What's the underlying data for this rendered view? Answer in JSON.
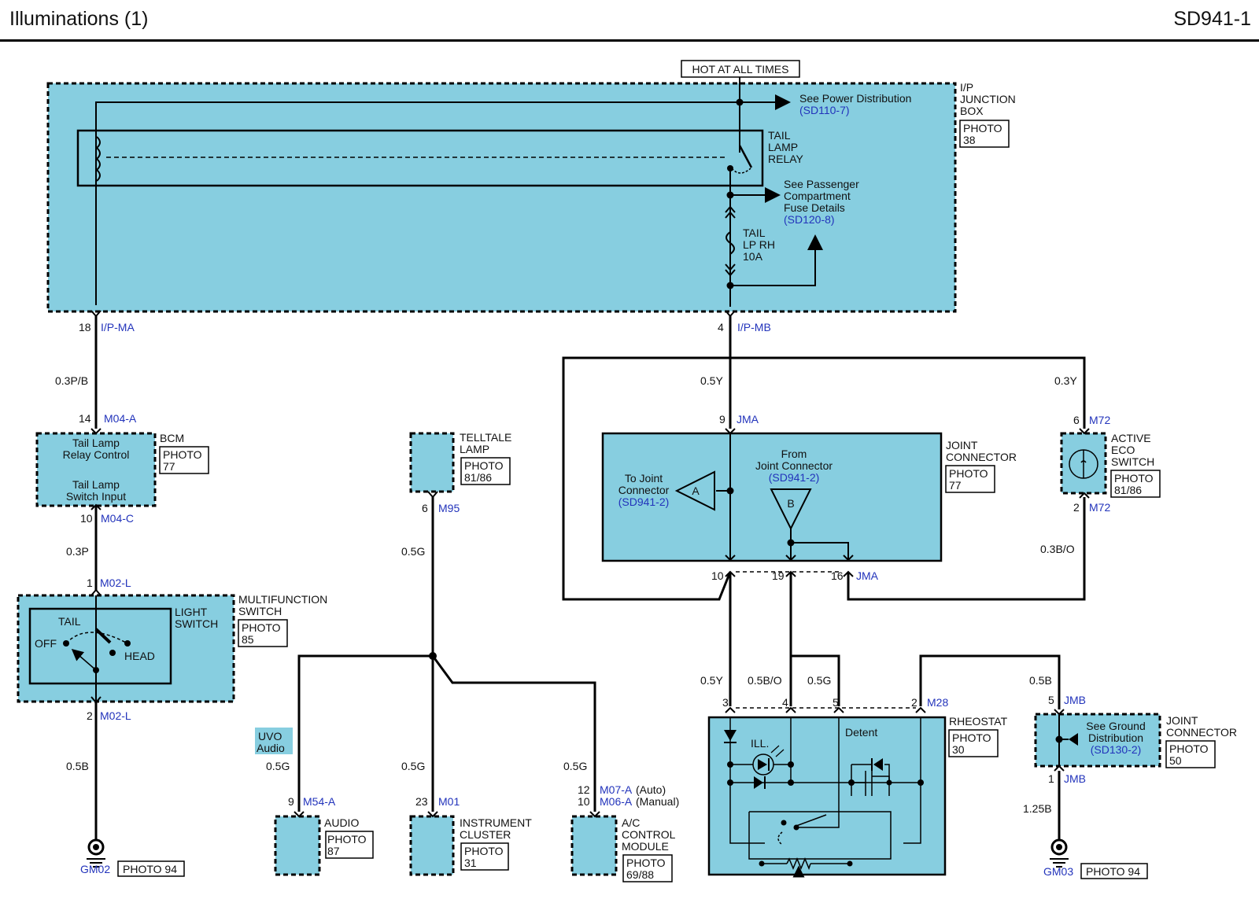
{
  "header": {
    "title": "Illuminations (1)",
    "page_id": "SD941-1"
  },
  "power": {
    "label": "HOT AT ALL TIMES"
  },
  "junction_box": {
    "name_lines": [
      "I/P",
      "JUNCTION",
      "BOX"
    ],
    "photo_lines": [
      "PHOTO",
      "38"
    ],
    "power_ref_label": "See Power Distribution",
    "power_ref_link": "(SD110-7)",
    "relay_lines": [
      "TAIL",
      "LAMP",
      "RELAY"
    ],
    "fuse_ref_lines": [
      "See Passenger",
      "Compartment",
      "Fuse Details"
    ],
    "fuse_ref_link": "(SD120-8)",
    "fuse_lines": [
      "TAIL",
      "LP RH",
      "10A"
    ]
  },
  "connectors": {
    "ipma_pin": "18",
    "ipma": "I/P-MA",
    "ipmb_pin": "4",
    "ipmb": "I/P-MB",
    "m04a_pin": "14",
    "m04a": "M04-A",
    "m04c_pin": "10",
    "m04c": "M04-C",
    "m02l_top_pin": "1",
    "m02l_top": "M02-L",
    "m02l_bot_pin": "2",
    "m02l_bot": "M02-L",
    "m95_pin": "6",
    "m95": "M95",
    "jma_top_pin": "9",
    "jma_top": "JMA",
    "jma_b1": "10",
    "jma_b2": "19",
    "jma_b3": "16",
    "jma_bot": "JMA",
    "m72_top_pin": "6",
    "m72_top": "M72",
    "m72_bot_pin": "2",
    "m72_bot": "M72",
    "m28_p1": "3",
    "m28_p2": "4",
    "m28_p3": "5",
    "m28_p4": "2",
    "m28": "M28",
    "jmb_top_pin": "5",
    "jmb_top": "JMB",
    "jmb_bot_pin": "1",
    "jmb_bot": "JMB",
    "m54a_pin": "9",
    "m54a": "M54-A",
    "m01_pin": "23",
    "m01": "M01",
    "m07a_pin": "12",
    "m07a": "M07-A",
    "m07a_note": "(Auto)",
    "m06a_pin": "10",
    "m06a": "M06-A",
    "m06a_note": "(Manual)"
  },
  "wires": {
    "w_ipma": "0.3P/B",
    "w_bcm_out": "0.3P",
    "w_ground_left": "0.5B",
    "w_telltale": "0.5G",
    "w_jma_in": "0.5Y",
    "w_eco_top": "0.3Y",
    "w_eco_bot": "0.3B/O",
    "w_rh1": "0.5Y",
    "w_rh2": "0.5B/O",
    "w_rh3": "0.5G",
    "w_jmb_top": "0.5B",
    "w_jmb_bot": "1.25B",
    "w_audio": "0.5G",
    "w_cluster": "0.5G",
    "w_ac": "0.5G"
  },
  "bcm": {
    "name": "BCM",
    "photo_lines": [
      "PHOTO",
      "77"
    ],
    "text_lines": [
      "Tail Lamp",
      "Relay Control",
      "Tail Lamp",
      "Switch Input"
    ]
  },
  "multifunction_switch": {
    "name_lines": [
      "MULTIFUNCTION",
      "SWITCH"
    ],
    "photo_lines": [
      "PHOTO",
      "85"
    ],
    "light_switch_lines": [
      "LIGHT",
      "SWITCH"
    ],
    "pos_tail": "TAIL",
    "pos_off": "OFF",
    "pos_head": "HEAD"
  },
  "telltale": {
    "name_lines": [
      "TELLTALE",
      "LAMP"
    ],
    "photo_lines": [
      "PHOTO",
      "81/86"
    ]
  },
  "joint_connector_jma": {
    "name_lines": [
      "JOINT",
      "CONNECTOR"
    ],
    "photo_lines": [
      "PHOTO",
      "77"
    ],
    "to_lines": [
      "To Joint",
      "Connector"
    ],
    "to_link": "(SD941-2)",
    "to_letter": "A",
    "from_lines": [
      "From",
      "Joint Connector"
    ],
    "from_link": "(SD941-2)",
    "from_letter": "B"
  },
  "eco_switch": {
    "name_lines": [
      "ACTIVE",
      "ECO",
      "SWITCH"
    ],
    "photo_lines": [
      "PHOTO",
      "81/86"
    ]
  },
  "rheostat": {
    "name": "RHEOSTAT",
    "photo_lines": [
      "PHOTO",
      "30"
    ],
    "ill_label": "ILL.",
    "detent_label": "Detent"
  },
  "joint_connector_jmb": {
    "name_lines": [
      "JOINT",
      "CONNECTOR"
    ],
    "photo_lines": [
      "PHOTO",
      "50"
    ],
    "ref_lines": [
      "See Ground",
      "Distribution"
    ],
    "ref_link": "(SD130-2)"
  },
  "uvo": {
    "lines": [
      "UVO",
      "Audio"
    ]
  },
  "audio": {
    "name": "AUDIO",
    "photo_lines": [
      "PHOTO",
      "87"
    ]
  },
  "cluster": {
    "name_lines": [
      "INSTRUMENT",
      "CLUSTER"
    ],
    "photo_lines": [
      "PHOTO",
      "31"
    ]
  },
  "ac_module": {
    "name_lines": [
      "A/C",
      "CONTROL",
      "MODULE"
    ],
    "photo_lines": [
      "PHOTO",
      "69/88"
    ]
  },
  "grounds": {
    "left": "GM02",
    "left_photo": "PHOTO 94",
    "right": "GM03",
    "right_photo": "PHOTO 94"
  },
  "colors": {
    "component_fill": "#87CEE0",
    "link_text": "#2233bb",
    "wire": "#000000"
  }
}
